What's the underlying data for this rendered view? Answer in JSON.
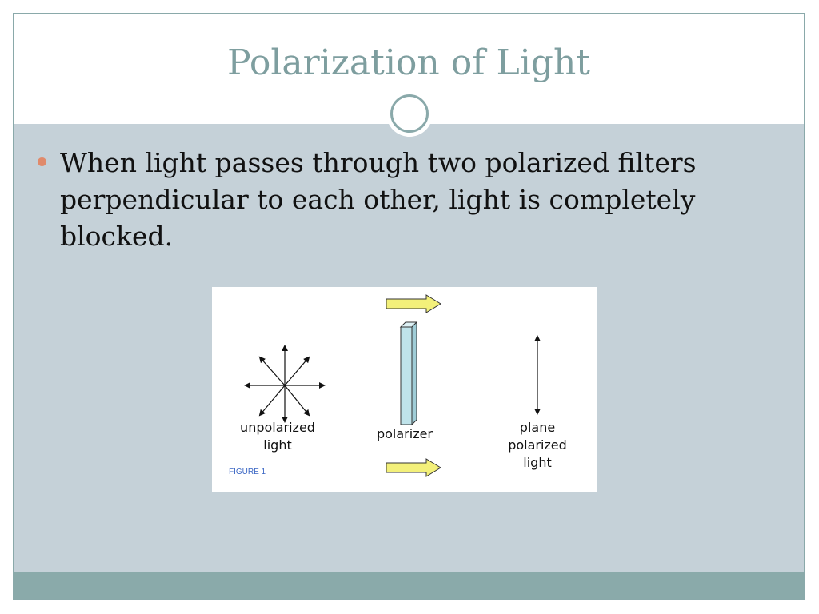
{
  "slide": {
    "title": "Polarization of Light",
    "bullets": [
      "When light passes through two polarized filters perpendicular to each other, light is completely blocked."
    ],
    "figure": {
      "labels": {
        "unpolarized": "unpolarized light",
        "polarizer": "polarizer",
        "plane": "plane polarized light"
      },
      "caption": "FIGURE 1"
    }
  },
  "colors": {
    "title": "#7e9e9f",
    "content_background": "#c5d1d8",
    "footer": "#8aaaaa",
    "bullet": "#e08a6b",
    "arrow_fill": "#f3f07a",
    "polarizer_fill": "#bfe3ea",
    "caption": "#3a66c4"
  }
}
